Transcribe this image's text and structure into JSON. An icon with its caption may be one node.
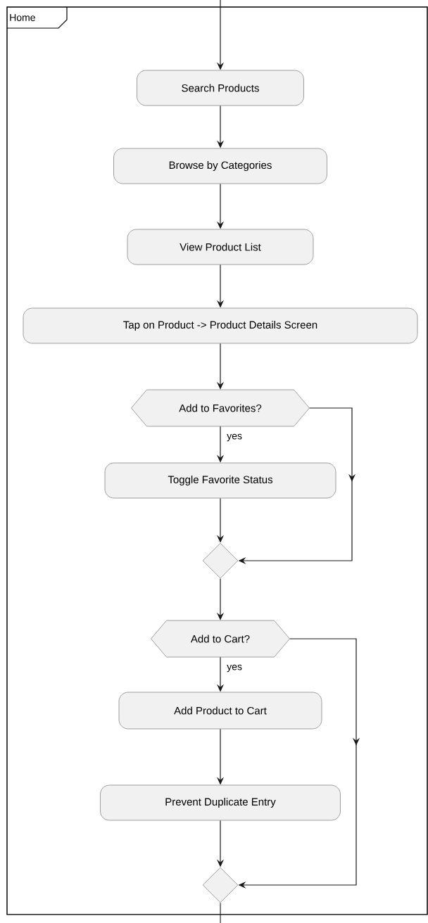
{
  "diagram": {
    "nodes": [
      {
        "text": [
          "Home"
        ]
      },
      {
        "text": [
          "Search Products"
        ],
        "in": 0
      },
      {
        "text": [
          "Browse by Categories"
        ],
        "in": 0
      },
      {
        "text": [
          "View Product List"
        ],
        "in": 0
      },
      {
        "text": [
          "Tap on Product -> Product Details Screen"
        ],
        "in": 0
      },
      {
        "text": [
          "Add to Favorites?"
        ],
        "in": 0
      },
      {
        "text": [
          "Toggle Favorite Status"
        ],
        "in": 0
      },
      {
        "text": [],
        "shape": "diamond",
        "in": 0
      },
      {
        "text": [
          "Add to Cart?"
        ],
        "in": 0
      },
      {
        "text": [
          "Add Product to Cart"
        ],
        "in": 0
      },
      {
        "text": [
          "Prevent Duplicate Entry"
        ],
        "in": 0
      },
      {
        "text": [],
        "shape": "diamond",
        "in": 0
      }
    ],
    "edges": [
      {
        "from": null,
        "to": 1,
        "arrow": "to"
      },
      {
        "from": 1,
        "to": 2,
        "arrow": "to"
      },
      {
        "from": 2,
        "to": 3,
        "arrow": "to"
      },
      {
        "from": 3,
        "to": 4,
        "arrow": "to"
      },
      {
        "from": 4,
        "to": 5,
        "arrow": "to"
      },
      {
        "from": 5,
        "to": 6,
        "arrow": "to",
        "label": "yes"
      },
      {
        "from": 6,
        "to": 7,
        "arrow": "to"
      },
      {
        "from": 5,
        "to": 7,
        "arrow": "to"
      },
      {
        "from": 7,
        "to": 8,
        "arrow": "to"
      },
      {
        "from": 8,
        "to": 9,
        "arrow": "to",
        "label": "yes"
      },
      {
        "from": 9,
        "to": 10,
        "arrow": "to"
      },
      {
        "from": 10,
        "to": 11,
        "arrow": "to"
      },
      {
        "from": 8,
        "to": 11,
        "arrow": "to"
      },
      {
        "from": 11,
        "to": null,
        "arrow": "none"
      }
    ]
  }
}
